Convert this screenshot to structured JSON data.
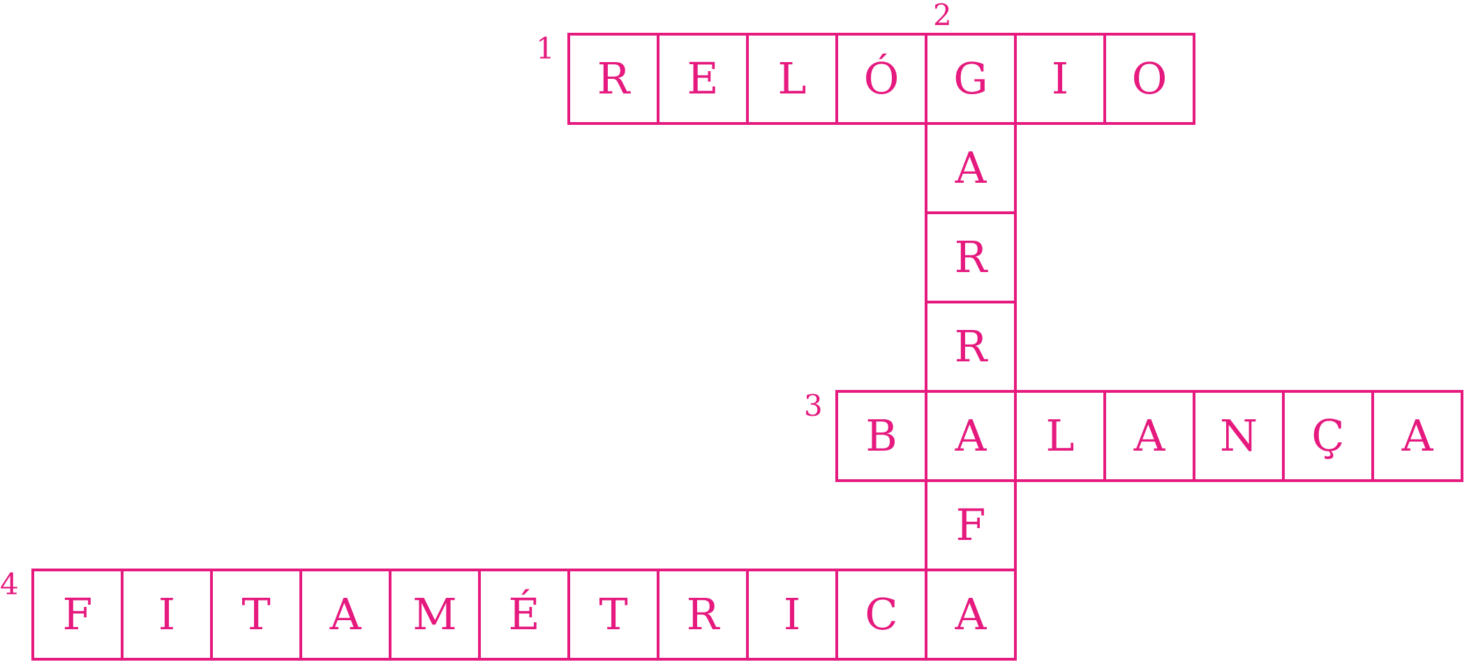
{
  "puzzle": {
    "accent_color": "#e5197e",
    "words": [
      {
        "number": "1",
        "direction": "across",
        "row": 0,
        "col": 6,
        "letters": [
          "R",
          "E",
          "L",
          "Ó",
          "G",
          "I",
          "O"
        ]
      },
      {
        "number": "2",
        "direction": "down",
        "row": 0,
        "col": 10,
        "letters": [
          "G",
          "A",
          "R",
          "R",
          "A",
          "F",
          "A"
        ]
      },
      {
        "number": "3",
        "direction": "across",
        "row": 4,
        "col": 9,
        "letters": [
          "B",
          "A",
          "L",
          "A",
          "N",
          "Ç",
          "A"
        ]
      },
      {
        "number": "4",
        "direction": "across",
        "row": 6,
        "col": 0,
        "letters": [
          "F",
          "I",
          "T",
          "A",
          "M",
          "É",
          "T",
          "R",
          "I",
          "C",
          "A"
        ]
      }
    ]
  }
}
